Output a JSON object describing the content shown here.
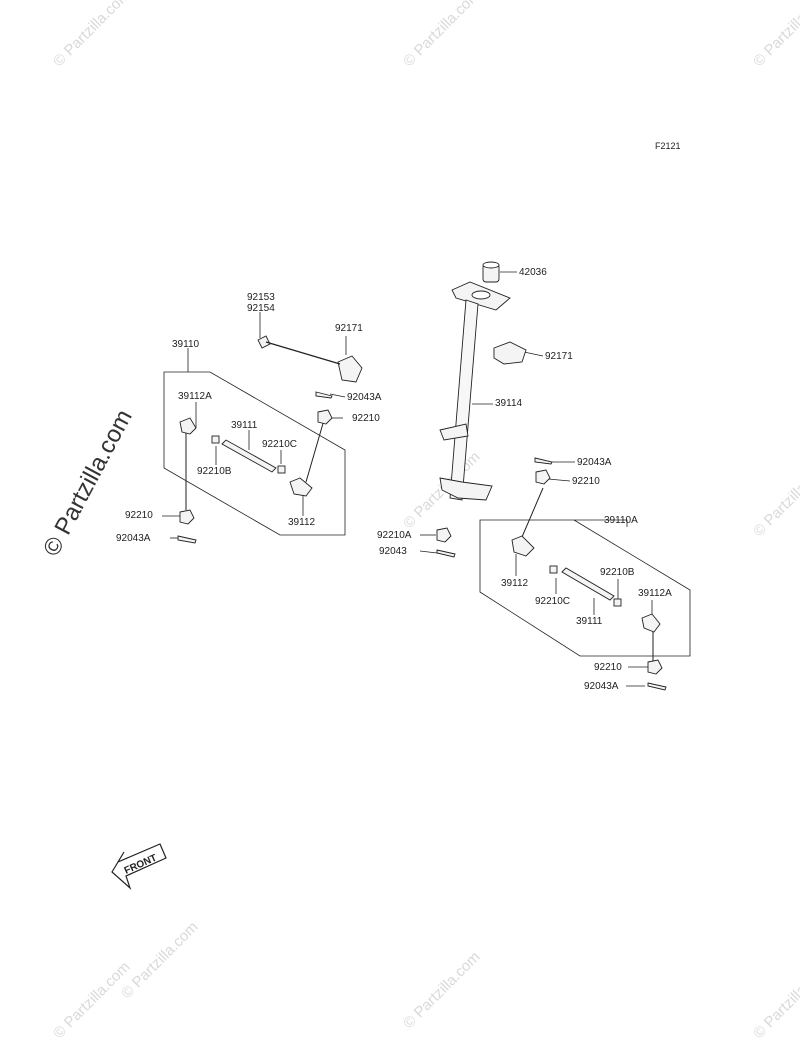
{
  "figure_code": "F2121",
  "watermark": "© Partzilla.com",
  "front_label": "FRONT",
  "part_labels": {
    "p42036": "42036",
    "p92153": "92153",
    "p92154": "92154",
    "p92171_left": "92171",
    "p92171_right": "92171",
    "p39110": "39110",
    "p39110A": "39110A",
    "p92043A_left_top": "92043A",
    "p39112A_left": "39112A",
    "p39111_left": "39111",
    "p92210_left_top": "92210",
    "p92210C_left": "92210C",
    "p92210B_left": "92210B",
    "p39112_left": "39112",
    "p92210_left_bottom": "92210",
    "p92043A_left_bottom": "92043A",
    "p39114": "39114",
    "p92043A_right_top": "92043A",
    "p92210_right_top": "92210",
    "p92210A": "92210A",
    "p92043": "92043",
    "p39112_right": "39112",
    "p92210B_right": "92210B",
    "p92210C_right": "92210C",
    "p39112A_right": "39112A",
    "p39111_right": "39111",
    "p92210_right_bottom": "92210",
    "p92043A_right_bottom": "92043A"
  }
}
